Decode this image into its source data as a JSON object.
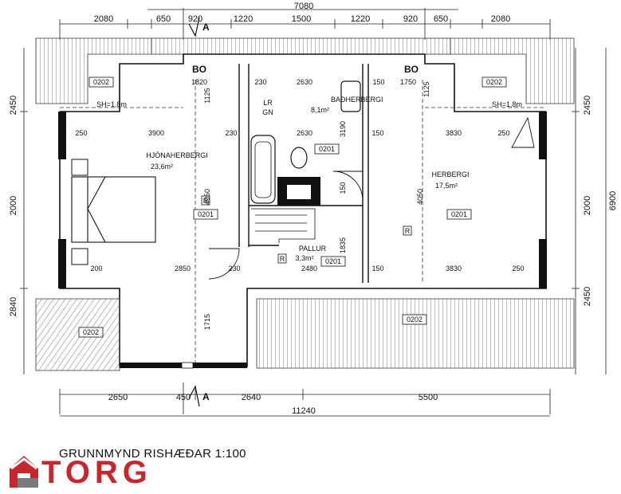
{
  "top_dims": {
    "overall": "7080",
    "segments": [
      "2080",
      "650",
      "920",
      "1220",
      "1500",
      "1220",
      "920",
      "650",
      "2080"
    ]
  },
  "bottom_dims": {
    "segments": [
      "2650",
      "450",
      "2640",
      "5500"
    ],
    "overall": "11240"
  },
  "left_dims": [
    "2450",
    "2000",
    "2840"
  ],
  "right_dims": [
    "2450",
    "2000",
    "2450",
    "6900"
  ],
  "section_marker": "A",
  "rooms": {
    "master": {
      "name": "HJÓNAHERBERGI",
      "area": "23,6m²"
    },
    "bath": {
      "name": "BAÐHERBERGI",
      "area": "8,1m²",
      "codes": [
        "LR",
        "GN"
      ]
    },
    "room": {
      "name": "HERBERGI",
      "area": "17,5m²"
    },
    "landing": {
      "name": "PALLUR",
      "area": "3,3m²"
    }
  },
  "balcony_labels": [
    "BO",
    "BO"
  ],
  "sh_labels": [
    "SH=1,8m",
    "SH=1,8m"
  ],
  "space_codes": {
    "roof": "0202",
    "floor": "0201",
    "r": "R"
  },
  "interior_dims": [
    "1820",
    "230",
    "2630",
    "150",
    "1750",
    "1125",
    "1125",
    "3900",
    "230",
    "2630",
    "3190",
    "150",
    "3830",
    "250",
    "250",
    "4050",
    "150",
    "4050",
    "2850",
    "230",
    "1835",
    "2480",
    "150",
    "3830",
    "250",
    "200",
    "1715"
  ],
  "caption": "GRUNNMYND RISHÆÐAR  1:100",
  "logo": {
    "text": "TORG",
    "color": "#c8262c"
  }
}
